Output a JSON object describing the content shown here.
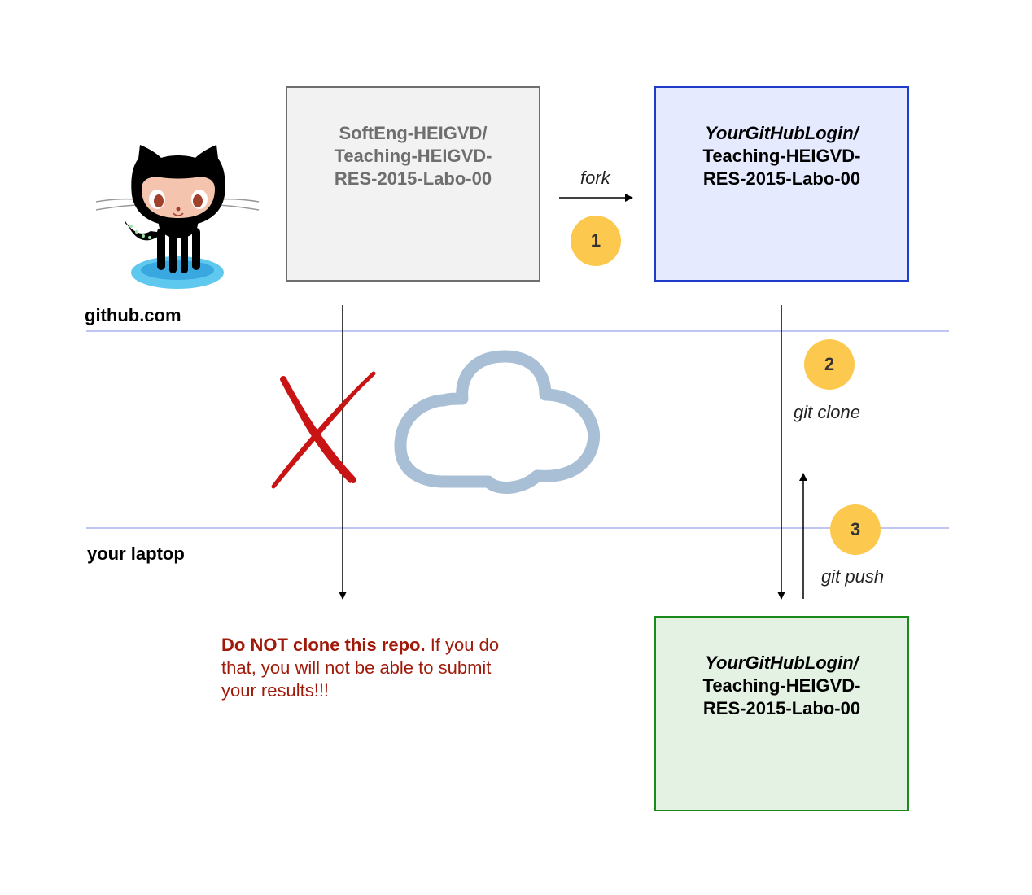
{
  "zones": {
    "github": "github.com",
    "laptop": "your laptop"
  },
  "repos": {
    "upstream": {
      "line1": "SoftEng-HEIGVD/",
      "line2": "Teaching-HEIGVD-",
      "line3": "RES-2015-Labo-00"
    },
    "fork": {
      "line1": "YourGitHubLogin/",
      "line2": "Teaching-HEIGVD-",
      "line3": "RES-2015-Labo-00"
    },
    "local": {
      "line1": "YourGitHubLogin/",
      "line2": "Teaching-HEIGVD-",
      "line3": "RES-2015-Labo-00"
    }
  },
  "steps": [
    {
      "number": "1",
      "label": "fork"
    },
    {
      "number": "2",
      "label": "git clone"
    },
    {
      "number": "3",
      "label": "git push"
    }
  ],
  "warning": {
    "strong": "Do NOT clone this repo.",
    "rest": " If you do that, you will not be able to submit your results!!!"
  },
  "colors": {
    "upstream_fill": "#f2f2f2",
    "fork_fill": "#e6eaff",
    "local_fill": "#e4f2e4",
    "badge": "#fcc94e",
    "cross": "#c81414",
    "cloud": "#a9bfd6",
    "zone_line": "#aab4f0",
    "warning": "#a01a0a"
  },
  "icons": [
    "octocat-icon",
    "cross-icon",
    "cloud-icon"
  ]
}
